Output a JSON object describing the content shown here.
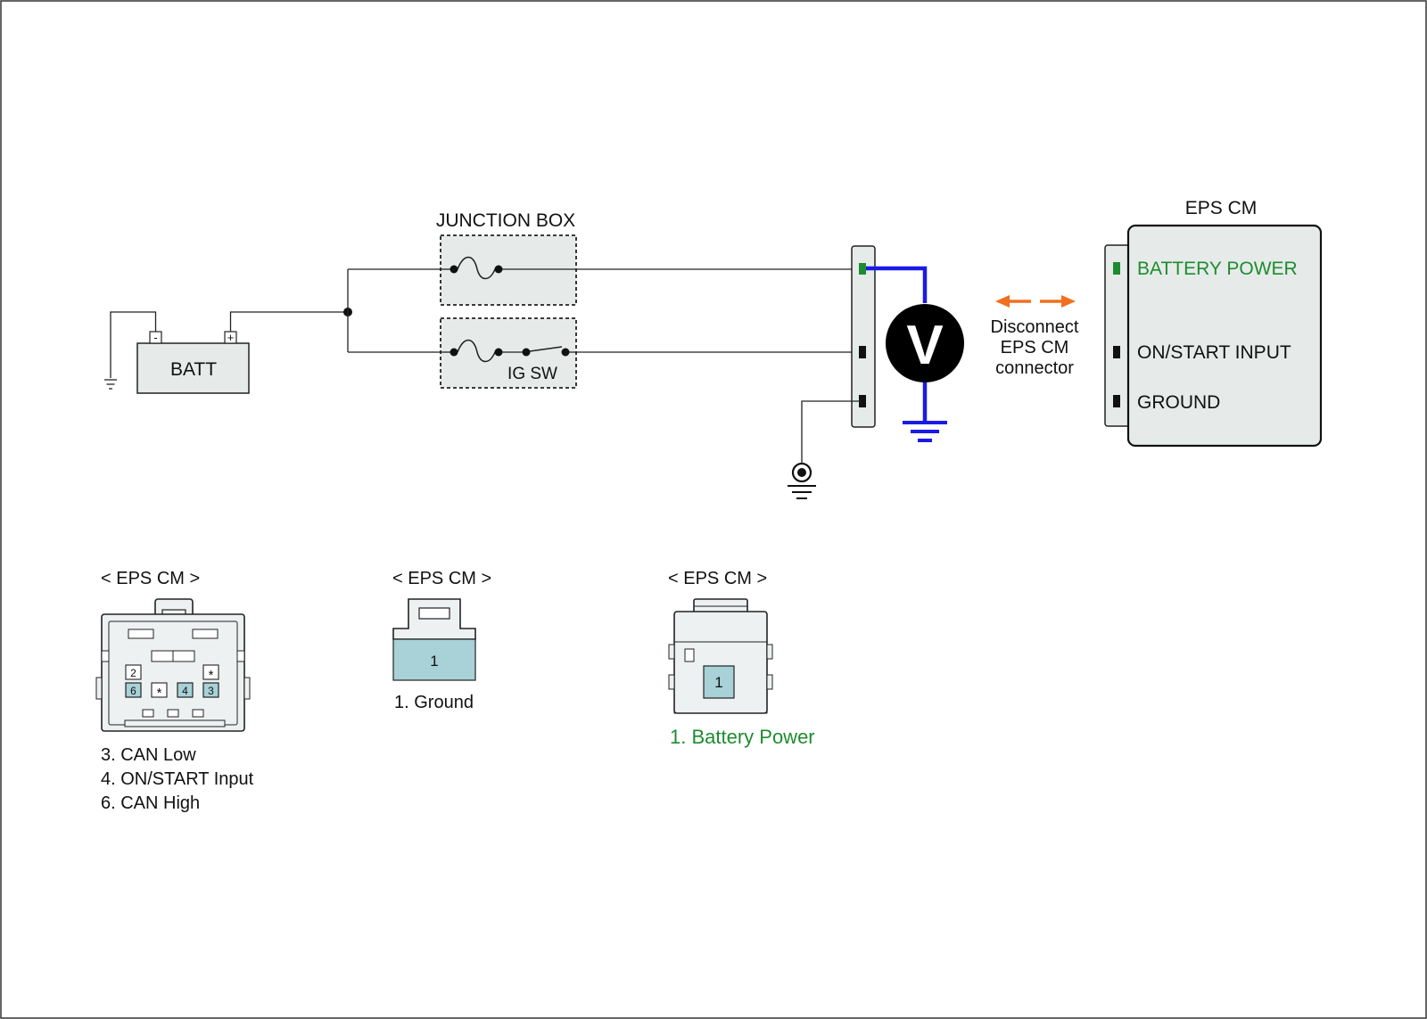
{
  "colors": {
    "battery_power_accent": "#1e8c2e",
    "measurement_wire": "#1a1ae6",
    "disconnect_arrow": "#f07020",
    "pin_fill": "#a8d1d8",
    "box_fill": "#e6ebea"
  },
  "schematic": {
    "battery_label": "BATT",
    "battery_neg": "-",
    "battery_pos": "+",
    "junction_box_label": "JUNCTION BOX",
    "ig_sw_label": "IG SW",
    "voltmeter_label": "V",
    "disconnect_lines": [
      "Disconnect",
      "EPS CM",
      "connector"
    ],
    "module_title": "EPS CM",
    "module_pins": {
      "battery_power": "BATTERY POWER",
      "on_start_input": "ON/START INPUT",
      "ground": "GROUND"
    }
  },
  "connectors": {
    "main": {
      "title": "< EPS CM >",
      "pins": {
        "p2": "2",
        "p6": "6",
        "p4": "4",
        "p3": "3",
        "star_a": "*",
        "star_b": "*"
      },
      "legend": [
        "3. CAN Low",
        "4. ON/START Input",
        "6. CAN High"
      ]
    },
    "ground": {
      "title": "< EPS CM >",
      "pin": "1",
      "legend": "1. Ground"
    },
    "battery": {
      "title": "< EPS CM >",
      "pin": "1",
      "legend": "1. Battery Power"
    }
  }
}
